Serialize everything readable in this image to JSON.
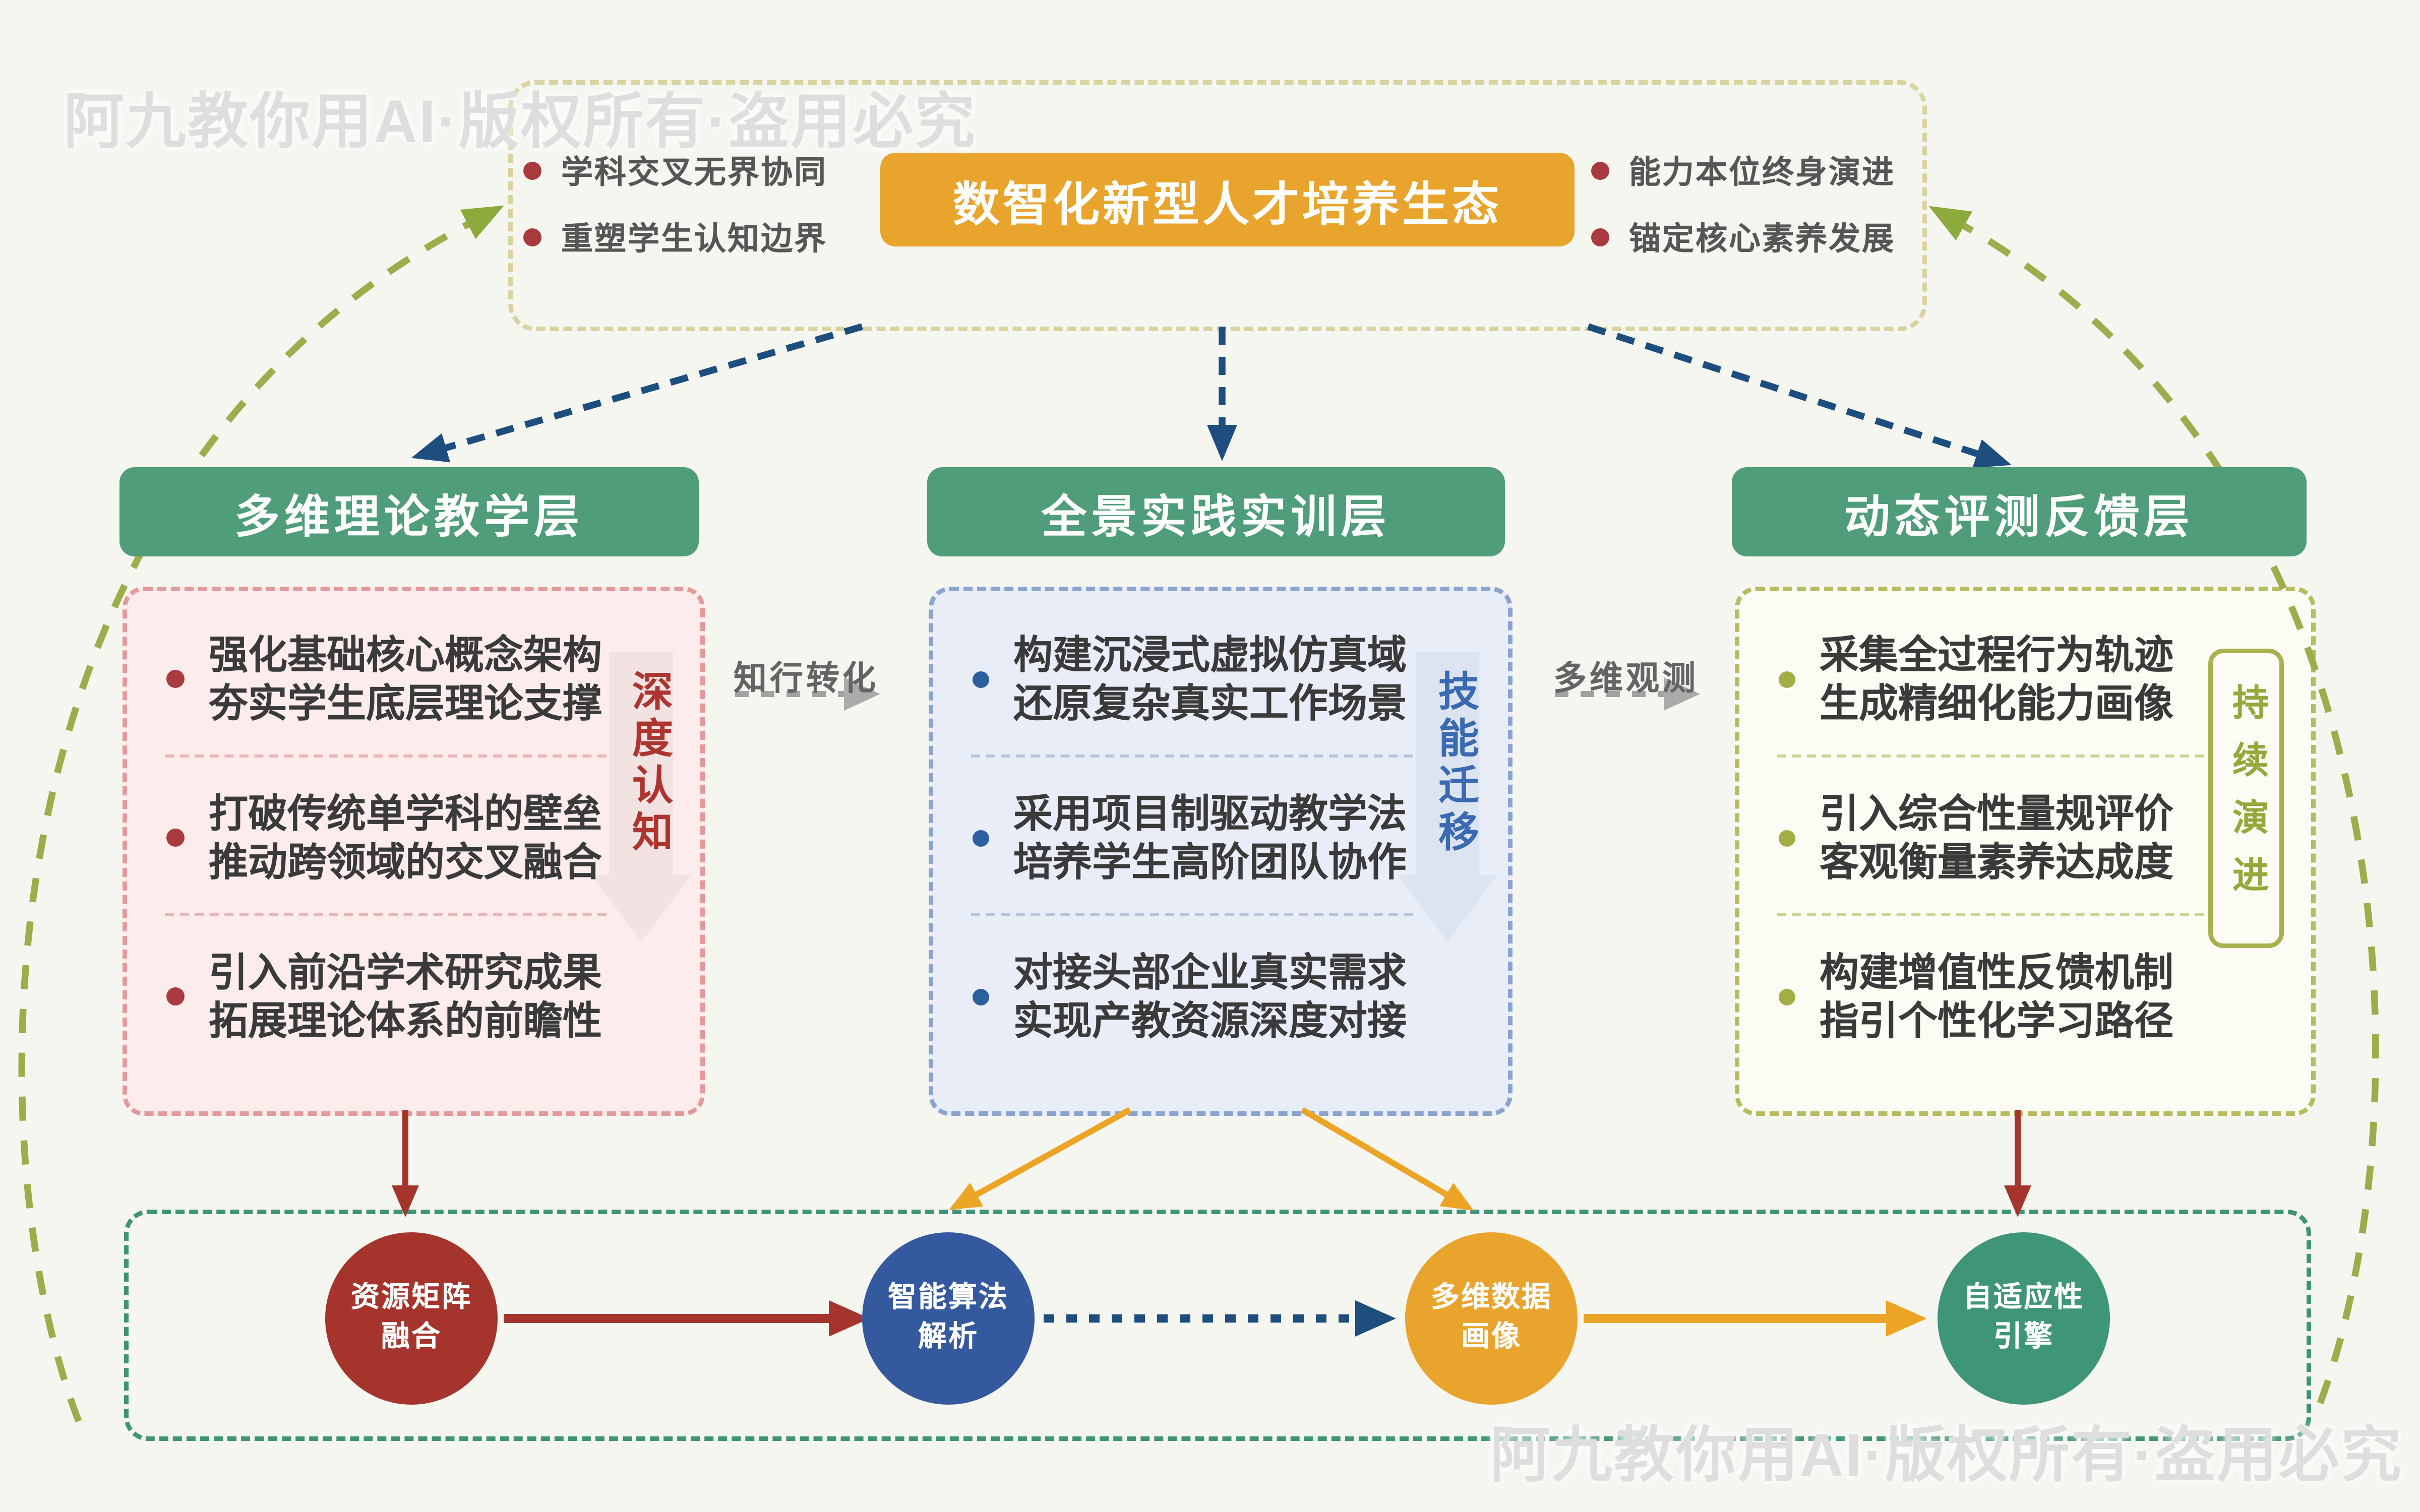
{
  "watermark": {
    "top": "阿九教你用AI·版权所有·盗用必究",
    "bottom": "阿九教你用AI·版权所有·盗用必究"
  },
  "ecosystem": {
    "title": "数智化新型人才培养生态",
    "left_points": [
      "学科交叉无界协同",
      "重塑学生认知边界"
    ],
    "right_points": [
      "能力本位终身演进",
      "锚定核心素养发展"
    ]
  },
  "connector_labels": {
    "left": "知行转化",
    "right": "多维观测"
  },
  "columns": [
    {
      "header": "多维理论教学层",
      "side_tag": "深度认知",
      "items": [
        [
          "强化基础核心概念架构",
          "夯实学生底层理论支撑"
        ],
        [
          "打破传统单学科的壁垒",
          "推动跨领域的交叉融合"
        ],
        [
          "引入前沿学术研究成果",
          "拓展理论体系的前瞻性"
        ]
      ]
    },
    {
      "header": "全景实践实训层",
      "side_tag": "技能迁移",
      "items": [
        [
          "构建沉浸式虚拟仿真域",
          "还原复杂真实工作场景"
        ],
        [
          "采用项目制驱动教学法",
          "培养学生高阶团队协作"
        ],
        [
          "对接头部企业真实需求",
          "实现产教资源深度对接"
        ]
      ]
    },
    {
      "header": "动态评测反馈层",
      "side_tag": "持续演进",
      "items": [
        [
          "采集全过程行为轨迹",
          "生成精细化能力画像"
        ],
        [
          "引入综合性量规评价",
          "客观衡量素养达成度"
        ],
        [
          "构建增值性反馈机制",
          "指引个性化学习路径"
        ]
      ]
    }
  ],
  "bottom_flow": {
    "nodes": [
      [
        "资源矩阵",
        "融合"
      ],
      [
        "智能算法",
        "解析"
      ],
      [
        "多维数据",
        "画像"
      ],
      [
        "自适应性",
        "引擎"
      ]
    ]
  },
  "colors": {
    "teal": "#4f9d7a",
    "orange": "#e8a42c",
    "brick_red": "#a4342c",
    "blue": "#35599f",
    "navy": "#1d4e7e",
    "olive": "#9dad4c",
    "khaki_dash": "#d9d3a0",
    "pink_border": "#e39a9a",
    "blue_border": "#8aa4cf",
    "olive_border": "#b6bc60"
  }
}
